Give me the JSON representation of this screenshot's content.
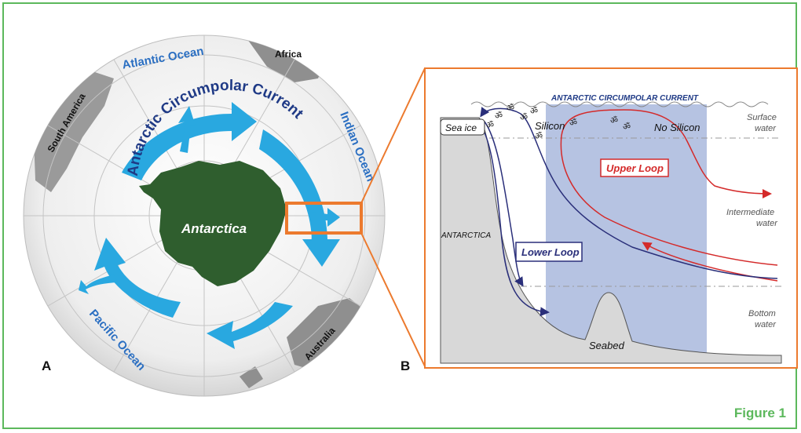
{
  "panel_a": {
    "label": "A",
    "oceans": {
      "atlantic": "Atlantic Ocean",
      "indian": "Indian Ocean",
      "pacific": "Pacific Ocean"
    },
    "continents": {
      "africa": "Africa",
      "south_america": "South America",
      "australia": "Australia",
      "antarctica": "Antarctica"
    },
    "current_word1": "Antarctic",
    "current_word2": "Circumpolar",
    "current_word3": "Current"
  },
  "panel_b": {
    "label": "B",
    "title": "ANTARCTIC CIRCUMPOLAR CURRENT",
    "sea_ice": "Sea ice",
    "silicon": "Silicon",
    "no_silicon": "No Silicon",
    "surface_water": [
      "Surface",
      "water"
    ],
    "intermediate_water": [
      "Intermediate",
      "water"
    ],
    "bottom_water": [
      "Bottom",
      "water"
    ],
    "antarctica": "ANTARCTICA",
    "upper_loop": "Upper Loop",
    "lower_loop": "Lower Loop",
    "seabed": "Seabed"
  },
  "figure_label": "Figure 1",
  "colors": {
    "border": "#5cb85c",
    "arrow": "#29a8e0",
    "land": "#2f5e2e",
    "upper_loop": "#d42a2a",
    "lower_loop": "#2a2f7a",
    "callout": "#ec7a2e",
    "shading": "#a9b9dd"
  }
}
